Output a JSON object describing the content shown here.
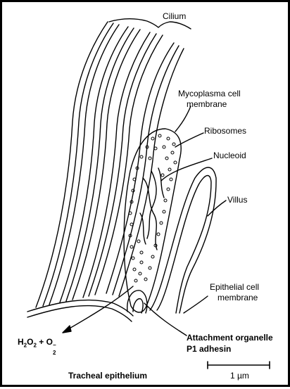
{
  "labels": {
    "cilium": "Cilium",
    "mycoplasma_line1": "Mycoplasma cell",
    "mycoplasma_line2": "membrane",
    "ribosomes": "Ribosomes",
    "nucleoid": "Nucleoid",
    "villus": "Villus",
    "epithelial_line1": "Epithelial cell",
    "epithelial_line2": "membrane",
    "attachment_line1": "Attachment organelle",
    "attachment_line2": "P1 adhesin",
    "tracheal": "Tracheal epithelium",
    "scale": "1 µm"
  },
  "formula": {
    "h2o2_base": "H",
    "h2o2_sub1": "2",
    "h2o2_o": "O",
    "h2o2_sub2": "2",
    "plus": " + O",
    "o2_sub": "2",
    "o2_sup": "−"
  }
}
